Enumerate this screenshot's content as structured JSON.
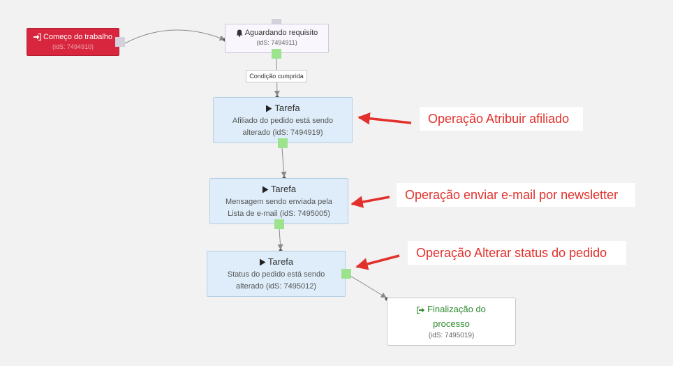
{
  "colors": {
    "start_red": "#d7263d",
    "task_blue": "#deedf9",
    "port_green": "#9de38e",
    "port_grey": "#d4d0dc",
    "callout_red": "#e2312c",
    "end_green": "#2e8b2e"
  },
  "nodes": {
    "start": {
      "label": "Começo do trabalho",
      "id": "(idS: 7494910)",
      "icon": "sign-in-icon"
    },
    "wait": {
      "label": "Aguardando requisito",
      "id": "(idS: 7494911)",
      "icon": "bell-icon"
    },
    "task1": {
      "title": "Tarefa",
      "description": "Afiliado do pedido está sendo alterado (idS: 7494919)",
      "icon": "play-icon"
    },
    "task2": {
      "title": "Tarefa",
      "description": "Mensagem sendo enviada pela Lista de e-mail (idS: 7495005)",
      "icon": "play-icon"
    },
    "task3": {
      "title": "Tarefa",
      "description": "Status do pedido está sendo alterado (idS: 7495012)",
      "icon": "play-icon"
    },
    "end": {
      "label": "Finalização do processo",
      "id": "(idS: 7495019)",
      "icon": "sign-out-icon"
    }
  },
  "condition_label": "Condição cumprida",
  "callouts": [
    "Operação Atribuir afiliado",
    "Operação enviar e-mail por newsletter",
    "Operação Alterar status do pedido"
  ]
}
